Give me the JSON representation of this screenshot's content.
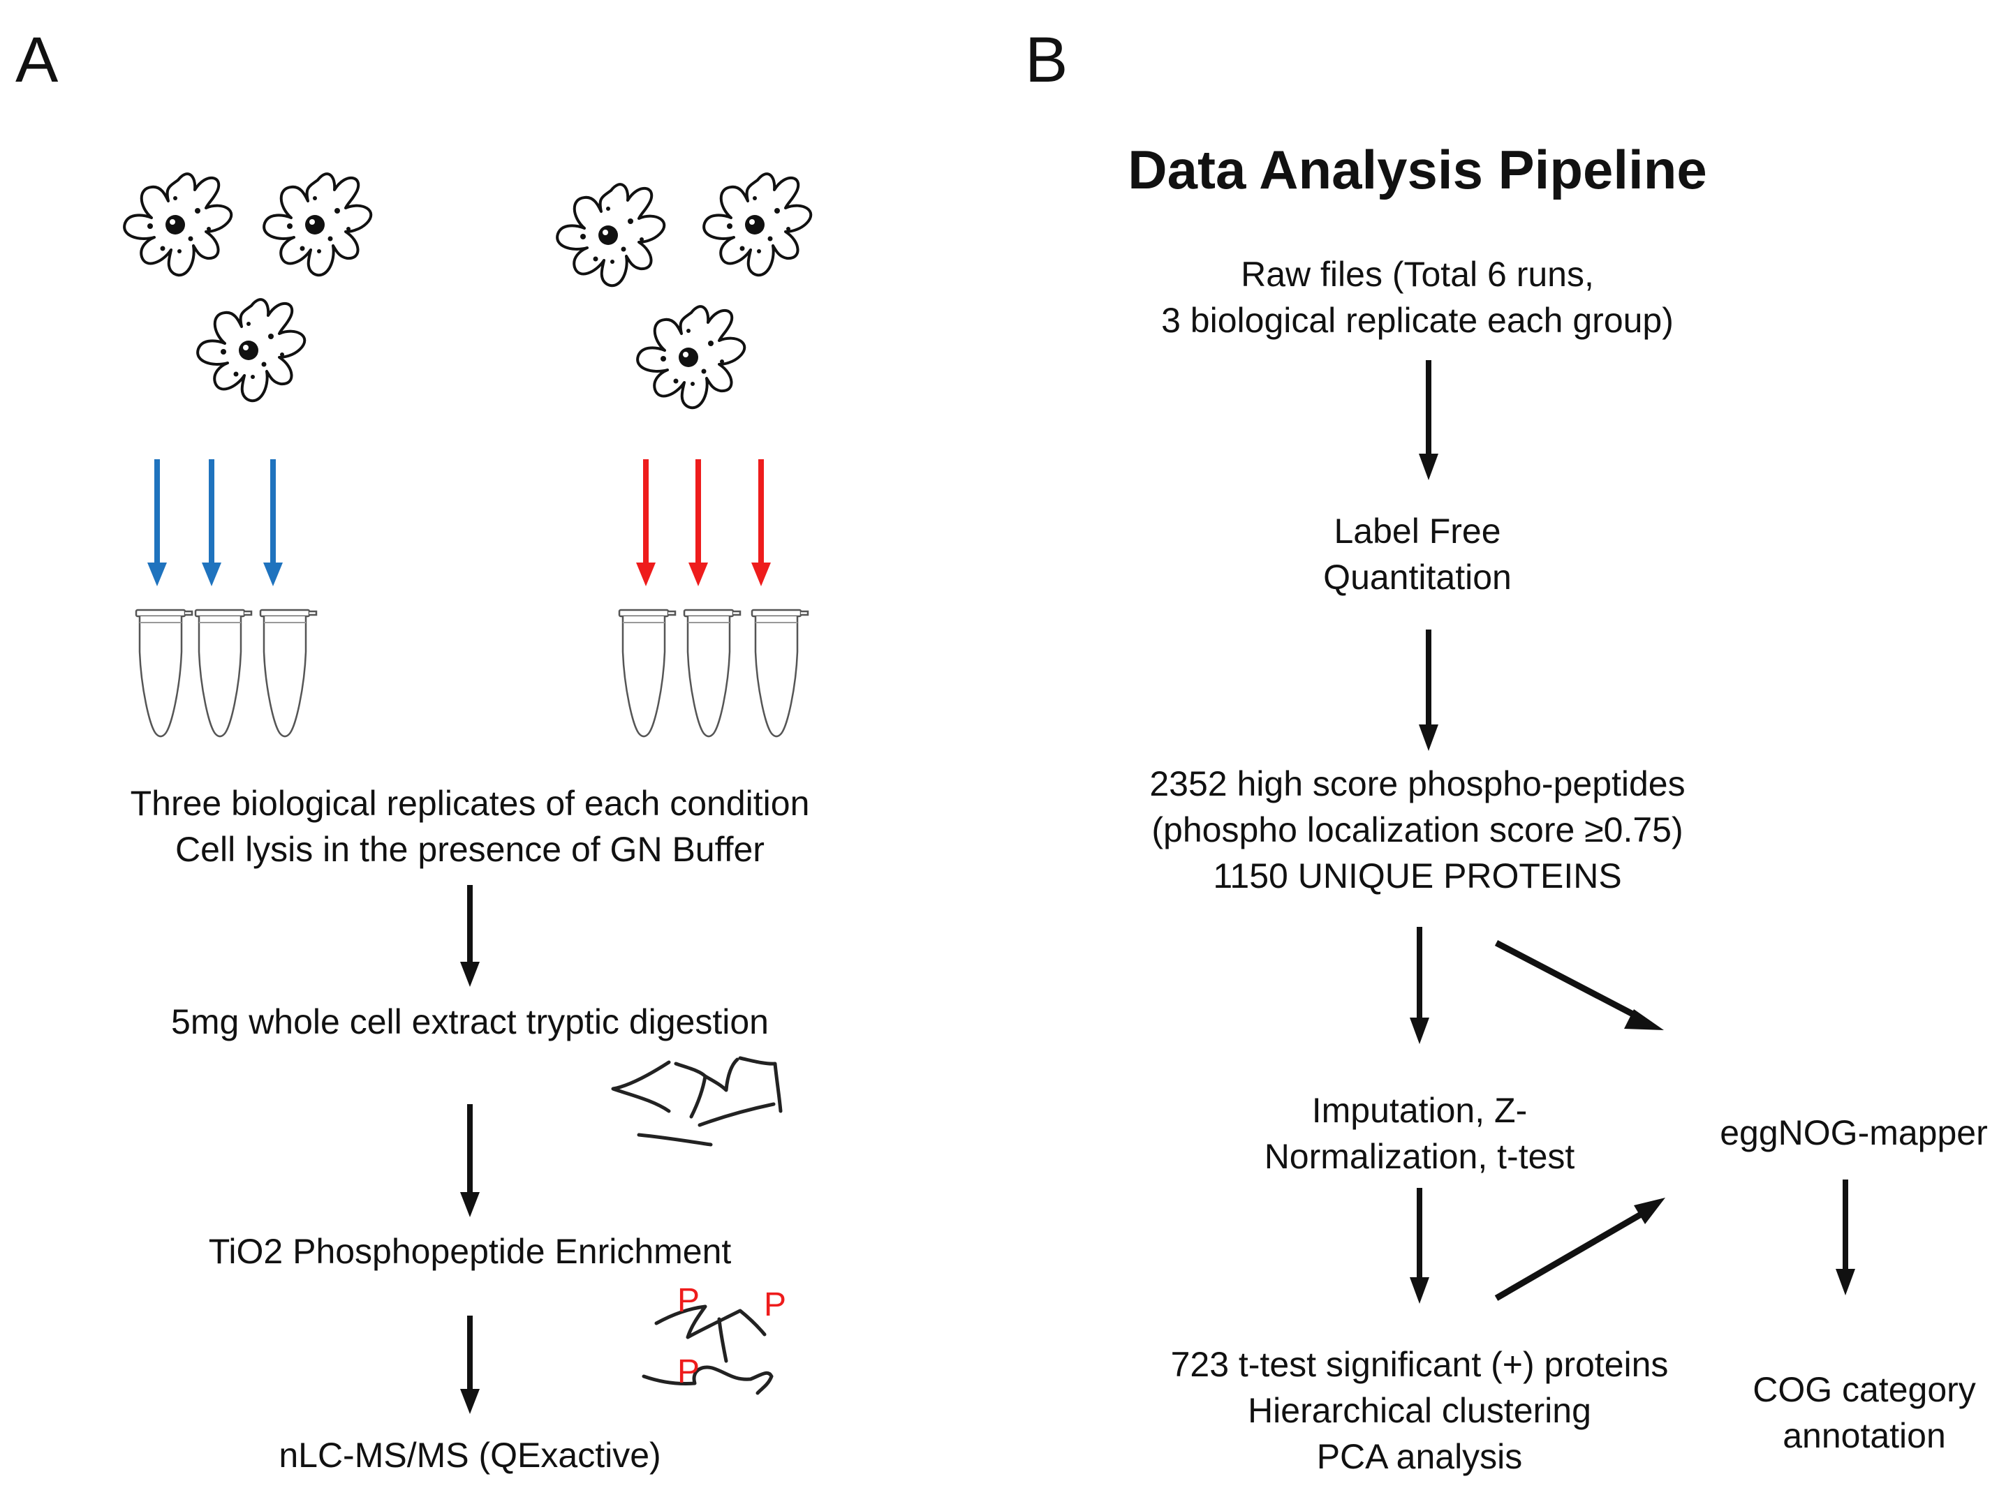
{
  "colors": {
    "ink": "#111111",
    "blue_arrow": "#1f73be",
    "red_arrow": "#ee1c1c",
    "phospho": "#ee1c1c"
  },
  "panel_a": {
    "letter": "A",
    "cell_icon": "amoeba-cell-icon",
    "tube_icon": "microcentrifuge-tube-icon",
    "peptide_icon": "peptide-strands-icon",
    "steps": {
      "replicates_line1": "Three biological replicates of each condition",
      "replicates_line2": "Cell lysis in the presence of GN Buffer",
      "digestion": "5mg whole cell extract tryptic digestion",
      "enrichment": "TiO2 Phosphopeptide Enrichment",
      "ms": "nLC-MS/MS (QExactive)"
    },
    "phospho_label": "P"
  },
  "panel_b": {
    "letter": "B",
    "title": "Data Analysis Pipeline",
    "raw_line1": "Raw files (Total 6 runs,",
    "raw_line2": "3 biological replicate each group)",
    "lfq_line1": "Label Free",
    "lfq_line2": "Quantitation",
    "peptides_line1": "2352 high score phospho-peptides",
    "peptides_line2": "(phospho localization score ≥0.75)",
    "peptides_line3": "1150 UNIQUE PROTEINS",
    "imputation_line1": "Imputation, Z-",
    "imputation_line2": "Normalization, t-test",
    "eggnog": "eggNOG-mapper",
    "significant_line1": "723 t-test significant (+) proteins",
    "significant_line2": "Hierarchical clustering",
    "significant_line3": "PCA analysis",
    "cog_line1": "COG category",
    "cog_line2": "annotation"
  }
}
